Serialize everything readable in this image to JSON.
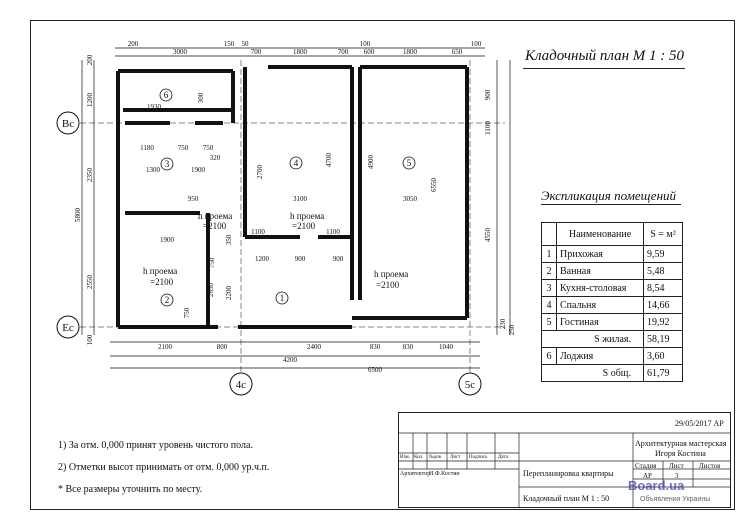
{
  "title": "Кладочный план М 1 : 50",
  "explication": {
    "title": "Экспликация помещений",
    "header_name": "Наименование",
    "header_area": "S = м²",
    "rows": [
      {
        "n": "1",
        "name": "Прихожая",
        "area": "9,59"
      },
      {
        "n": "2",
        "name": "Ванная",
        "area": "5,48"
      },
      {
        "n": "3",
        "name": "Кухня-столовая",
        "area": "8,54"
      },
      {
        "n": "4",
        "name": "Спальня",
        "area": "14,66"
      },
      {
        "n": "5",
        "name": "Гостиная",
        "area": "19,92"
      }
    ],
    "living_label": "S жилая.",
    "living_area": "58,19",
    "loggia": {
      "n": "6",
      "name": "Лоджия",
      "area": "3,60"
    },
    "total_label": "S общ.",
    "total_area": "61,79"
  },
  "axes": {
    "bc": "Вс",
    "ec": "Ес",
    "a4c": "4с",
    "a5c": "5с"
  },
  "rooms": {
    "r1": "1",
    "r2": "2",
    "r3": "3",
    "r4": "4",
    "r5": "5",
    "r6": "6"
  },
  "openings": {
    "o1": "h проема",
    "o1v": "=2100",
    "o2": "h проема",
    "o2v": "=2100",
    "o3": "h проема",
    "o3v": "=2100",
    "o4": "h проема",
    "o4v": "=2100"
  },
  "dims_top": {
    "d200a": "200",
    "d3000": "3000",
    "d150": "150",
    "d50": "50",
    "d700a": "700",
    "d1800a": "1800",
    "d700b": "700",
    "d100a": "100",
    "d600": "600",
    "d1800b": "1800",
    "d650": "650",
    "d100b": "100"
  },
  "dims_bottom": {
    "d2100a": "2100",
    "d800": "800",
    "d2400": "2400",
    "d830a": "830",
    "d830b": "830",
    "d1040": "1040",
    "d4200": "4200",
    "d6500": "6500"
  },
  "dims_left": {
    "d5800": "5800",
    "d2350": "2350",
    "d2550": "2550",
    "d1200": "1200",
    "d200": "200",
    "d100": "100"
  },
  "dims_right": {
    "d900": "900",
    "d1100": "1100",
    "d4550": "4550",
    "d6550": "6550",
    "d230": "230",
    "d250": "250"
  },
  "dims_inner": {
    "d1930": "1930",
    "d1180": "1180",
    "d750a": "750",
    "d750b": "750",
    "d1300": "1300",
    "d1900a": "1900",
    "d950": "950",
    "d1900b": "1900",
    "d3100": "3100",
    "d3050": "3050",
    "d2700": "2700",
    "d4700": "4700",
    "d4900": "4900",
    "d1100a": "1100",
    "d1100b": "1100",
    "d1200": "1200",
    "d900a": "900",
    "d900b": "900",
    "d2650": "2650",
    "d2200": "2200",
    "d350": "350",
    "d320": "320",
    "d300": "300",
    "d750c": "750",
    "d750d": "750"
  },
  "notes": [
    "1) За отм. 0,000 принят уровень чистого пола.",
    "2) Отметки высот принимать от отм. 0,000 ур.ч.п.",
    "*  Все размеры уточнить по месту."
  ],
  "stamp": {
    "code": "29/05/2017 АР",
    "org": "Архитектурная мастерская",
    "org2": "Игоря Костина",
    "project": "Перепланировка квартиры",
    "sheet_title": "Кладочный план М 1 : 50",
    "stage_label": "Стадия",
    "sheet_label": "Лист",
    "sheets_label": "Листов",
    "stage": "АР",
    "sheet": "3",
    "architect_role": "Архитектор",
    "architect": "И.Ф.Костин",
    "h_izm": "Изм.",
    "h_kol": "Кол.",
    "h_ndok": "№док",
    "h_list": "Лист",
    "h_podp": "Подпись",
    "h_data": "Дата"
  },
  "logo": "Board.ua",
  "logo_sub": "Объявления Украины"
}
